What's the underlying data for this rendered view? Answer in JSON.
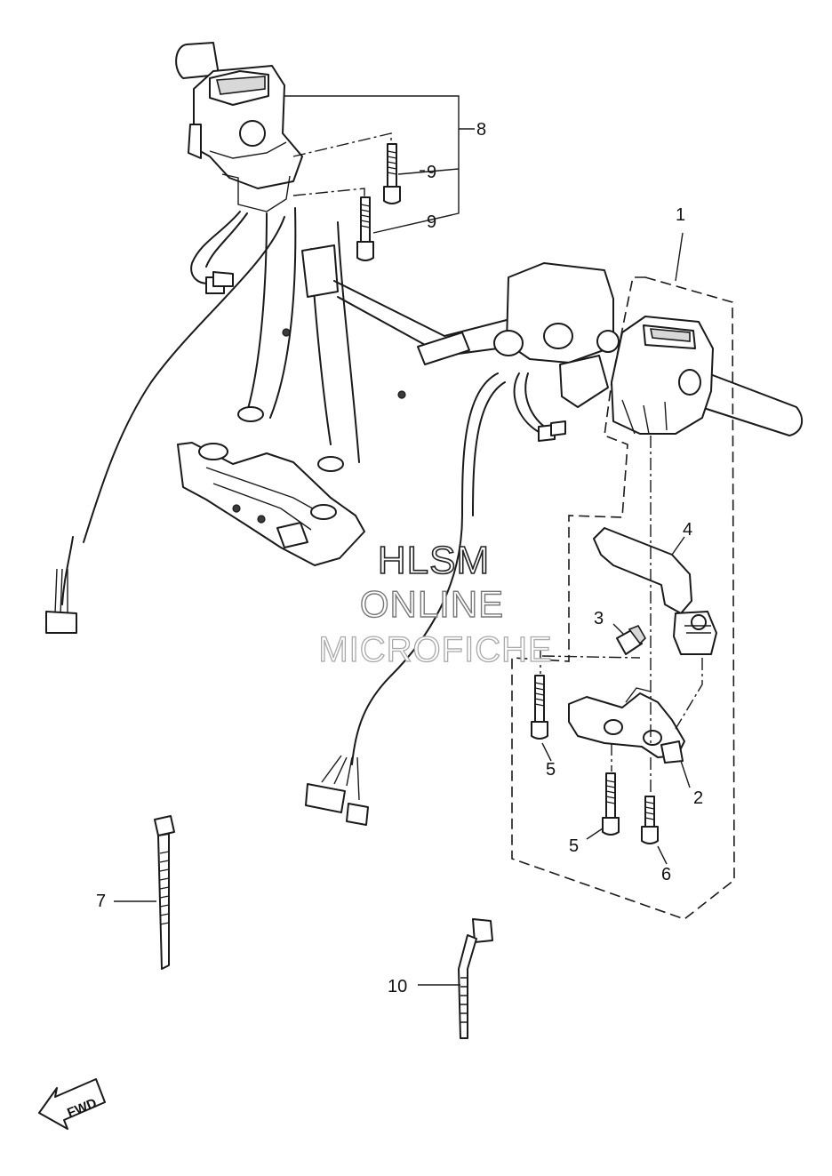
{
  "watermark": {
    "line1": "HLSM",
    "line2": "ONLINE",
    "line3": "MICROFICHE"
  },
  "direction_label": "FWD",
  "callouts": [
    "1",
    "2",
    "3",
    "4",
    "5",
    "5",
    "6",
    "7",
    "8",
    "9",
    "9",
    "10"
  ],
  "icons": [
    "fwd-arrow-icon"
  ]
}
